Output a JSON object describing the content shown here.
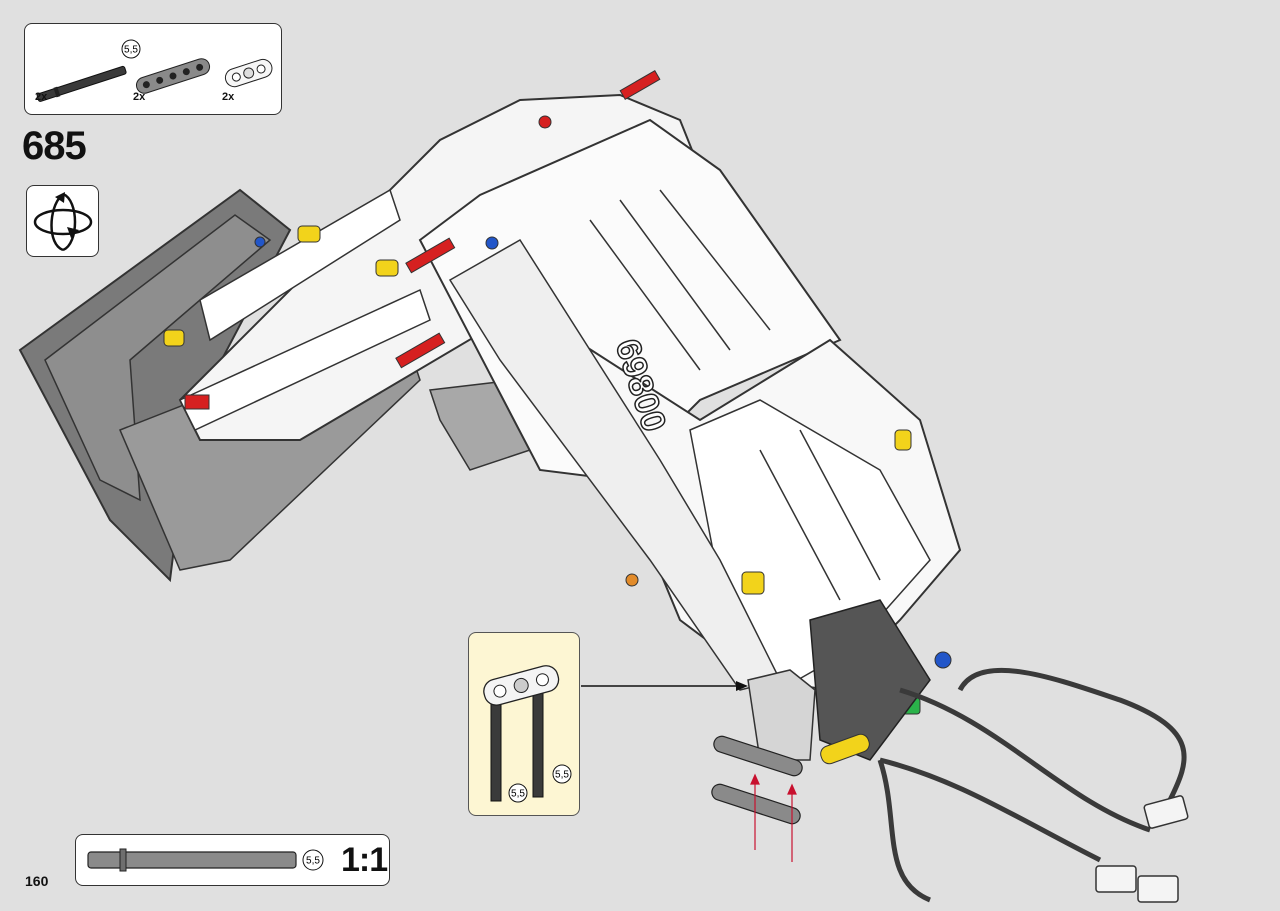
{
  "parts_list": {
    "items": [
      {
        "name": "axle",
        "length_label": "5,5",
        "quantity": "2x"
      },
      {
        "name": "dark-gray-beam",
        "quantity": "2x"
      },
      {
        "name": "white-connector",
        "quantity": "2x"
      }
    ]
  },
  "step": {
    "number": "685"
  },
  "rotate_indicator": {
    "icon": "rotate-model-icon"
  },
  "callout": {
    "length_labels": [
      "5,5",
      "5,5"
    ]
  },
  "scale_bar": {
    "length_label": "5,5",
    "ratio": "1:1"
  },
  "page": {
    "number": "160"
  },
  "colors": {
    "background": "#e0e0e0",
    "callout_background": "#fdf6d3",
    "pointer_arrows": "#c8102e",
    "accent_yellow": "#f2d31b",
    "accent_blue": "#2256c9",
    "accent_red": "#d62020",
    "accent_green": "#2ab34a"
  }
}
